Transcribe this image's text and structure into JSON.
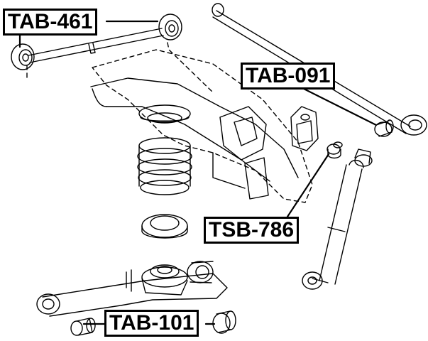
{
  "labels": {
    "tab_461": "TAB-461",
    "tab_091": "TAB-091",
    "tsb_786": "TSB-786",
    "tab_101": "TAB-101"
  },
  "colors": {
    "ink": "#000000",
    "background": "#ffffff"
  }
}
